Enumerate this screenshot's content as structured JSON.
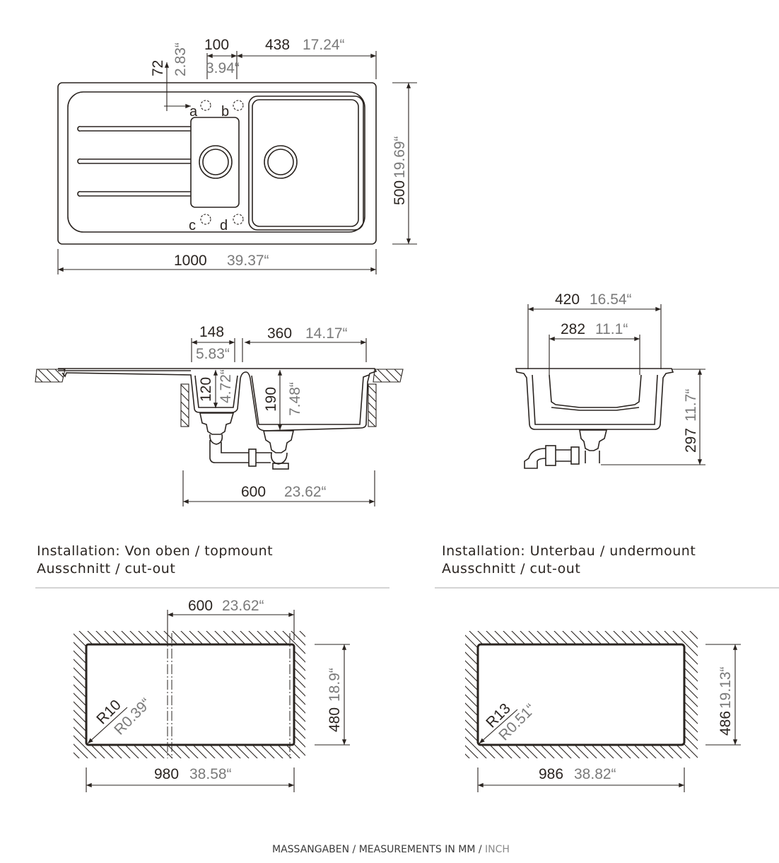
{
  "top_view": {
    "dim_72": "72",
    "dim_72_in": "2.83“",
    "dim_100": "100",
    "dim_100_in": "3.94“",
    "dim_438": "438",
    "dim_438_in": "17.24“",
    "dim_500": "500",
    "dim_500_in": "19.69“",
    "dim_1000": "1000",
    "dim_1000_in": "39.37“",
    "holes": [
      "a",
      "b",
      "c",
      "d"
    ]
  },
  "side_view": {
    "dim_148": "148",
    "dim_148_in": "5.83“",
    "dim_360": "360",
    "dim_360_in": "14.17“",
    "dim_120": "120",
    "dim_120_in": "4.72“",
    "dim_190": "190",
    "dim_190_in": "7.48“",
    "dim_600": "600",
    "dim_600_in": "23.62“"
  },
  "end_view": {
    "dim_420": "420",
    "dim_420_in": "16.54“",
    "dim_282": "282",
    "dim_282_in": "11.1“",
    "dim_297": "297",
    "dim_297_in": "11.7“"
  },
  "topmount": {
    "title": "Installation: Von oben / topmount",
    "subtitle": "Ausschnitt / cut-out",
    "dim_600": "600",
    "dim_600_in": "23.62“",
    "dim_480": "480",
    "dim_480_in": "18.9“",
    "dim_980": "980",
    "dim_980_in": "38.58“",
    "radius": "R10",
    "radius_in": "R0.39“"
  },
  "undermount": {
    "title": "Installation: Unterbau / undermount",
    "subtitle": "Ausschnitt / cut-out",
    "dim_486": "486",
    "dim_486_in": "19.13“",
    "dim_986": "986",
    "dim_986_in": "38.82“",
    "radius": "R13",
    "radius_in": "R0.51“"
  },
  "footer": {
    "main": "MASSANGABEN / MEASUREMENTS IN MM / ",
    "unit": "INCH"
  }
}
